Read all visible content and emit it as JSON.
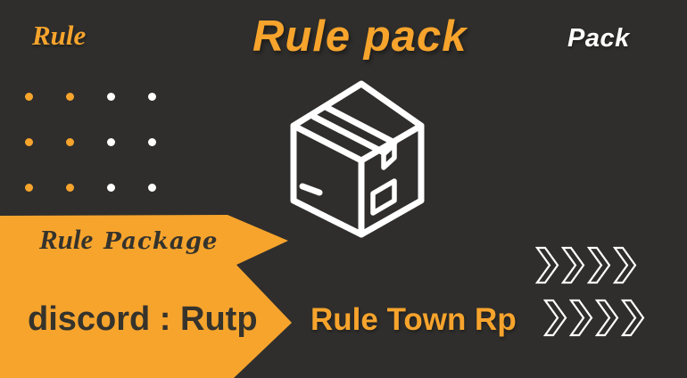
{
  "colors": {
    "background": "#2f2e2c",
    "orange": "#f7a42d",
    "white": "#ffffff",
    "dark": "#35332c"
  },
  "texts": {
    "top_left": "Rule",
    "title": "Rule pack",
    "top_right": "Pack",
    "ribbon_title_word1": "Rule",
    "ribbon_title_word2": "Package",
    "discord_handle": "discord : Rutp",
    "server_name": "Rule Town Rp"
  },
  "icons": {
    "box": "package-box-icon",
    "chevron": "chevron-right-icon"
  },
  "decor": {
    "dot_grid": {
      "rows": 3,
      "cols": 4,
      "orange_cols": 2
    },
    "chevron_rows": [
      {
        "count": 4
      },
      {
        "count": 4
      }
    ]
  }
}
